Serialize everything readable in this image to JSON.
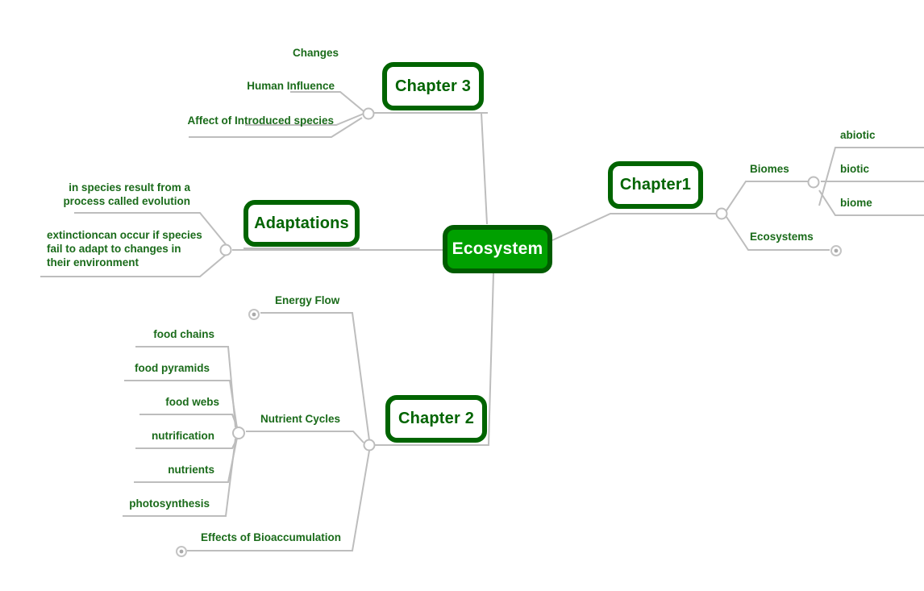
{
  "diagram": {
    "type": "mind-map",
    "title": "Ecosystem mind map",
    "colors": {
      "root_fill": "#00a000",
      "root_border": "#005c00",
      "chapter_border": "#006400",
      "chapter_text": "#006400",
      "branch_text": "#1a6b1a",
      "edge": "#bdbdbd",
      "background": "#ffffff"
    }
  },
  "root": {
    "label": "Ecosystem"
  },
  "chapters": {
    "chapter1": {
      "label": "Chapter1"
    },
    "chapter2": {
      "label": "Chapter 2"
    },
    "chapter3": {
      "label": "Chapter 3"
    },
    "adaptations": {
      "label": "Adaptations"
    }
  },
  "branches": {
    "chapter3_children": [
      {
        "label": "Changes"
      },
      {
        "label": "Human Influence"
      },
      {
        "label": "Affect of Introduced species"
      }
    ],
    "adaptations_children": [
      {
        "label": "in species result from a\nprocess called evolution"
      },
      {
        "label": "extinctioncan occur if species\nfail to adapt to changes in\ntheir environment"
      }
    ],
    "chapter1_children": [
      {
        "label": "Biomes"
      },
      {
        "label": "Ecosystems"
      }
    ],
    "biomes_children": [
      {
        "label": "abiotic"
      },
      {
        "label": "biotic"
      },
      {
        "label": "biome"
      }
    ],
    "chapter2_children": [
      {
        "label": "Energy Flow"
      },
      {
        "label": "Nutrient Cycles"
      },
      {
        "label": "Effects of Bioaccumulation"
      }
    ],
    "nutrient_cycles_children": [
      {
        "label": "food chains"
      },
      {
        "label": "food pyramids"
      },
      {
        "label": "food webs"
      },
      {
        "label": "nutrification"
      },
      {
        "label": "nutrients"
      },
      {
        "label": "photosynthesis"
      }
    ]
  }
}
